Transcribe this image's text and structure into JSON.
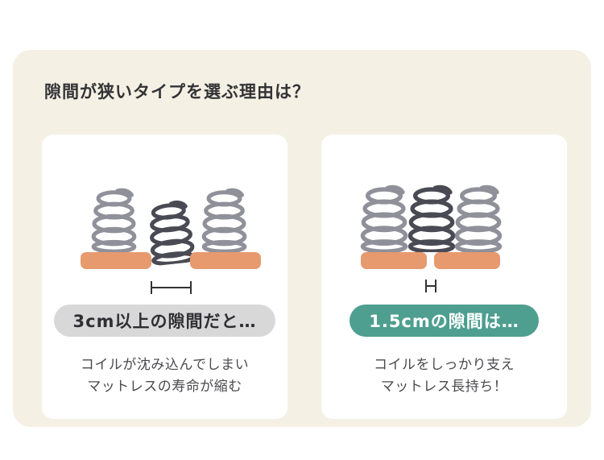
{
  "page": {
    "heading": "隙間が狭いタイプを選ぶ理由は？"
  },
  "cards": {
    "left": {
      "badge_label": "3cm以上の隙間だと…",
      "desc_line1": "コイルが沈み込んでしまい",
      "desc_line2": "マットレスの寿命が縮む"
    },
    "right": {
      "badge_label": "1.5cmの隙間は…",
      "desc_line1": "コイルをしっかり支え",
      "desc_line2": "マットレス長持ち！"
    }
  },
  "icons": {
    "coil": "coil-spring-icon",
    "gap_measure": "gap-measure-icon",
    "slat": "slat-bar"
  },
  "colors": {
    "panel_bg": "#f5f0e4",
    "card_bg": "#ffffff",
    "slat_orange": "#e69a6e",
    "coil_light": "#90909a",
    "coil_dark": "#4a4a54",
    "badge_gray_bg": "#d8d8d8",
    "badge_teal_bg": "#4e9f90",
    "badge_teal_text": "#ffffff",
    "text": "#4b4b4f",
    "heading_text": "#333336"
  }
}
